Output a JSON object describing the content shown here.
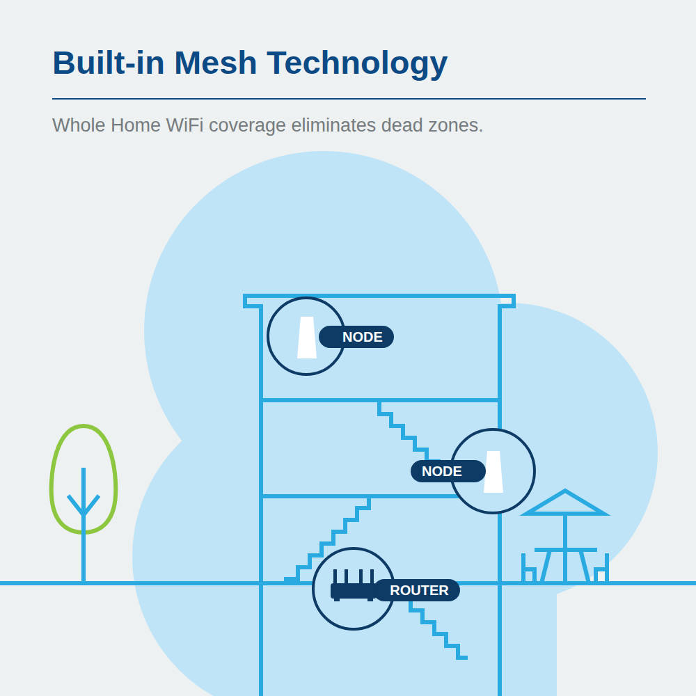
{
  "diagram": {
    "title": "Built-in Mesh Technology",
    "caption": "Whole Home WiFi coverage eliminates dead zones.",
    "nodes": [
      {
        "text": [
          "NODE"
        ]
      },
      {
        "text": [
          "NODE"
        ]
      },
      {
        "text": [
          "ROUTER"
        ]
      }
    ]
  }
}
